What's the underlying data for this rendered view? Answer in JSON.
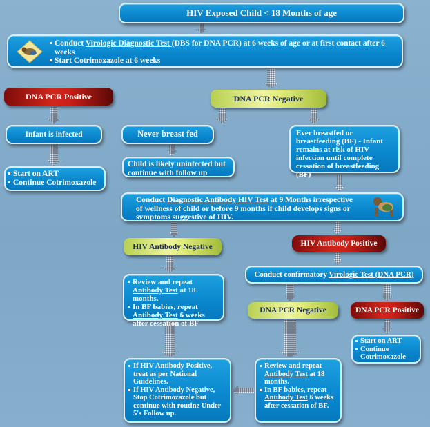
{
  "title": "HIV Exposed Child < 18 Months of age",
  "step1": {
    "line1_pre": "Conduct ",
    "line1_link": "Virologic Diagnostic Test ",
    "line1_post": "(DBS for DNA PCR) at 6 weeks of age or at first contact after 6 weeks",
    "line2": "Start Cotrimoxazole at 6 weeks"
  },
  "pcr_positive": "DNA PCR Positive",
  "pcr_negative": "DNA PCR Negative",
  "infected": "Infant is infected",
  "start_art": [
    "Start on ART",
    "Continue Cotrimoxazole"
  ],
  "never_bf": "Never breast fed",
  "likely_uninfected": "Child is likely uninfected but continue with follow up",
  "ever_bf": "Ever breastfed or breastfeeding (BF) - Infant remains at risk of HIV infection until complete cessation of breastfeeding (BF)",
  "antibody_step": {
    "pre": "Conduct ",
    "link": "Diagnostic Antibody HIV Test",
    "post": " at 9 Months irrespective of wellness of child or before 9 months if child develops signs or symptoms suggestive of HIV."
  },
  "ab_negative": "HIV Antibody Negative",
  "ab_positive": "HIV Antibody Positive",
  "review_left": {
    "b1_pre": "Review and repeat ",
    "b1_link": "Antibody Test",
    "b1_post": " at 18 months.",
    "b2_pre": "In BF babies, repeat ",
    "b2_link": "Antibody Test",
    "b2_post": " 6 weeks after cessation of BF"
  },
  "confirm": {
    "pre": "Conduct confirmatory ",
    "link": "Virologic Test (DNA PCR)"
  },
  "pcr_negative2": "DNA PCR Negative",
  "pcr_positive2": "DNA PCR Positive",
  "start_art2": [
    "Start on ART",
    "Continue Cotrimoxazole"
  ],
  "final_left": [
    "If HIV Antibody Positive, treat as per National Guidelines.",
    "If HIV Antibody Negative, Stop Cotrimozazole but continue with routine Under 5's Follow up."
  ],
  "review_right": {
    "b1_pre": "Review and repeat ",
    "b1_link": "Antibody Test",
    "b1_post": " at 18 months.",
    "b2_pre": "In BF babies, repeat ",
    "b2_link": "Antibody Test",
    "b2_post": " 6 weeks after cessation of BF."
  },
  "colors": {
    "box_blue": "#0a86cd",
    "positive_red": "#c81f17",
    "negative_green": "#e2ec7c",
    "arrow_gray": "#bcc3cc"
  }
}
